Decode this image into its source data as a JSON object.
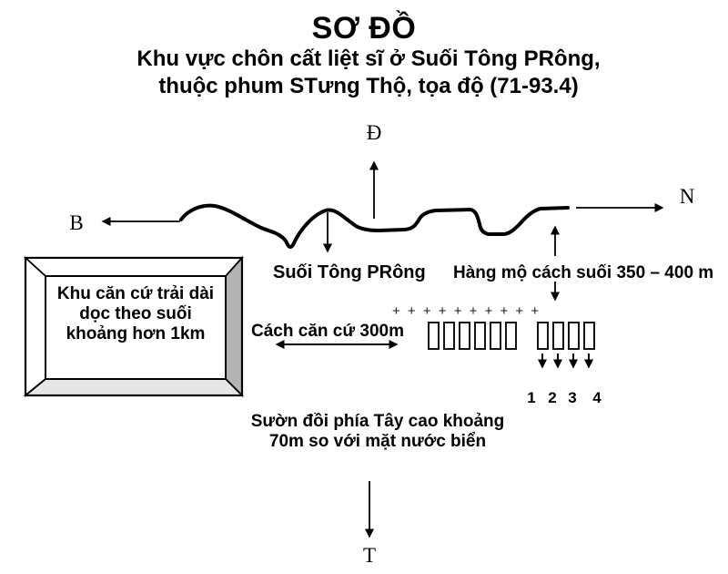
{
  "title": "SƠ ĐỒ",
  "subtitle": {
    "line1": "Khu vực chôn cất liệt sĩ ở Suối Tông PRông,",
    "line2": "thuộc phum STưng Thộ, tọa độ (71-93.4)"
  },
  "compass": {
    "top": "Đ",
    "left": "B",
    "right": "N",
    "bottom": "T"
  },
  "stream": {
    "label": "Suối Tông PRông"
  },
  "grave_row": {
    "label": "Hàng mộ cách suối 350 – 400 m",
    "plus_markers": "+ + + + + + + + + +",
    "west_group_count": 6,
    "east_group_count": 4,
    "numbers": [
      "1",
      "2",
      "3",
      "4"
    ]
  },
  "base_box": {
    "line1": "Khu căn cứ trải dài",
    "line2": "dọc theo suối",
    "line3": "khoảng hơn 1km"
  },
  "distance": {
    "label": "Cách căn cứ 300m"
  },
  "hill": {
    "line1": "Sườn đồi phía Tây cao khoảng",
    "line2": "70m so với mặt nước biển"
  },
  "colors": {
    "ink": "#000000",
    "frame_face": "#ffffff",
    "frame_side": "#b3b3b3",
    "frame_bottom": "#e6e6e6"
  }
}
